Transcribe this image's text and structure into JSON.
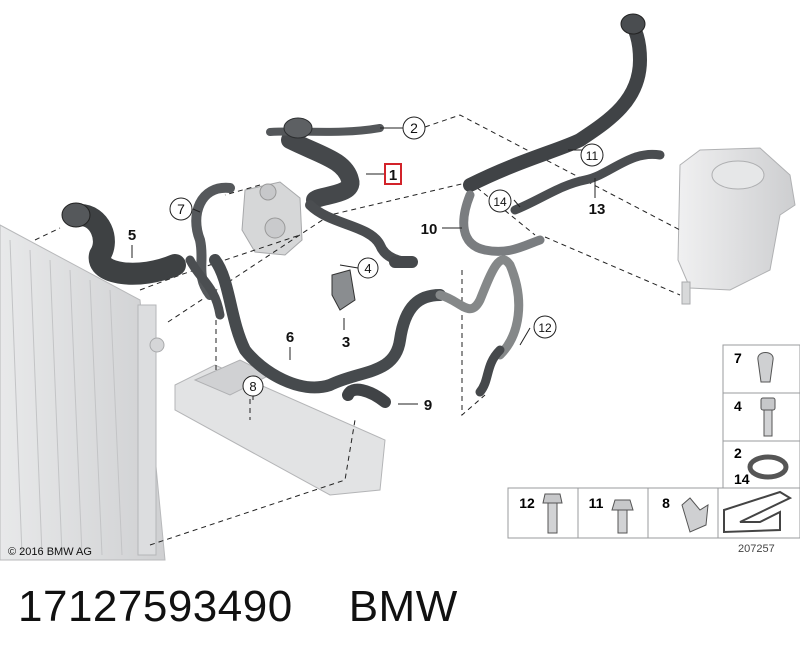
{
  "callouts": {
    "c1": "1",
    "c2": "2",
    "c3": "3",
    "c4": "4",
    "c5": "5",
    "c6": "6",
    "c7": "7",
    "c8": "8",
    "c9": "9",
    "c10": "10",
    "c11": "11",
    "c12": "12",
    "c13": "13",
    "c14": "14"
  },
  "legend": {
    "right_column": [
      "7",
      "4",
      "2",
      "14"
    ],
    "bottom_row": [
      "12",
      "11",
      "8"
    ]
  },
  "copyright": "© 2016 BMW AG",
  "diagram_number": "207257",
  "footer": {
    "part_number": "17127593490",
    "brand": "BMW"
  },
  "colors": {
    "hose": "#4a4d50",
    "hose_highlight": "#8a8d90",
    "part_light": "#d9dadb",
    "highlight_box": "#d2232a"
  }
}
